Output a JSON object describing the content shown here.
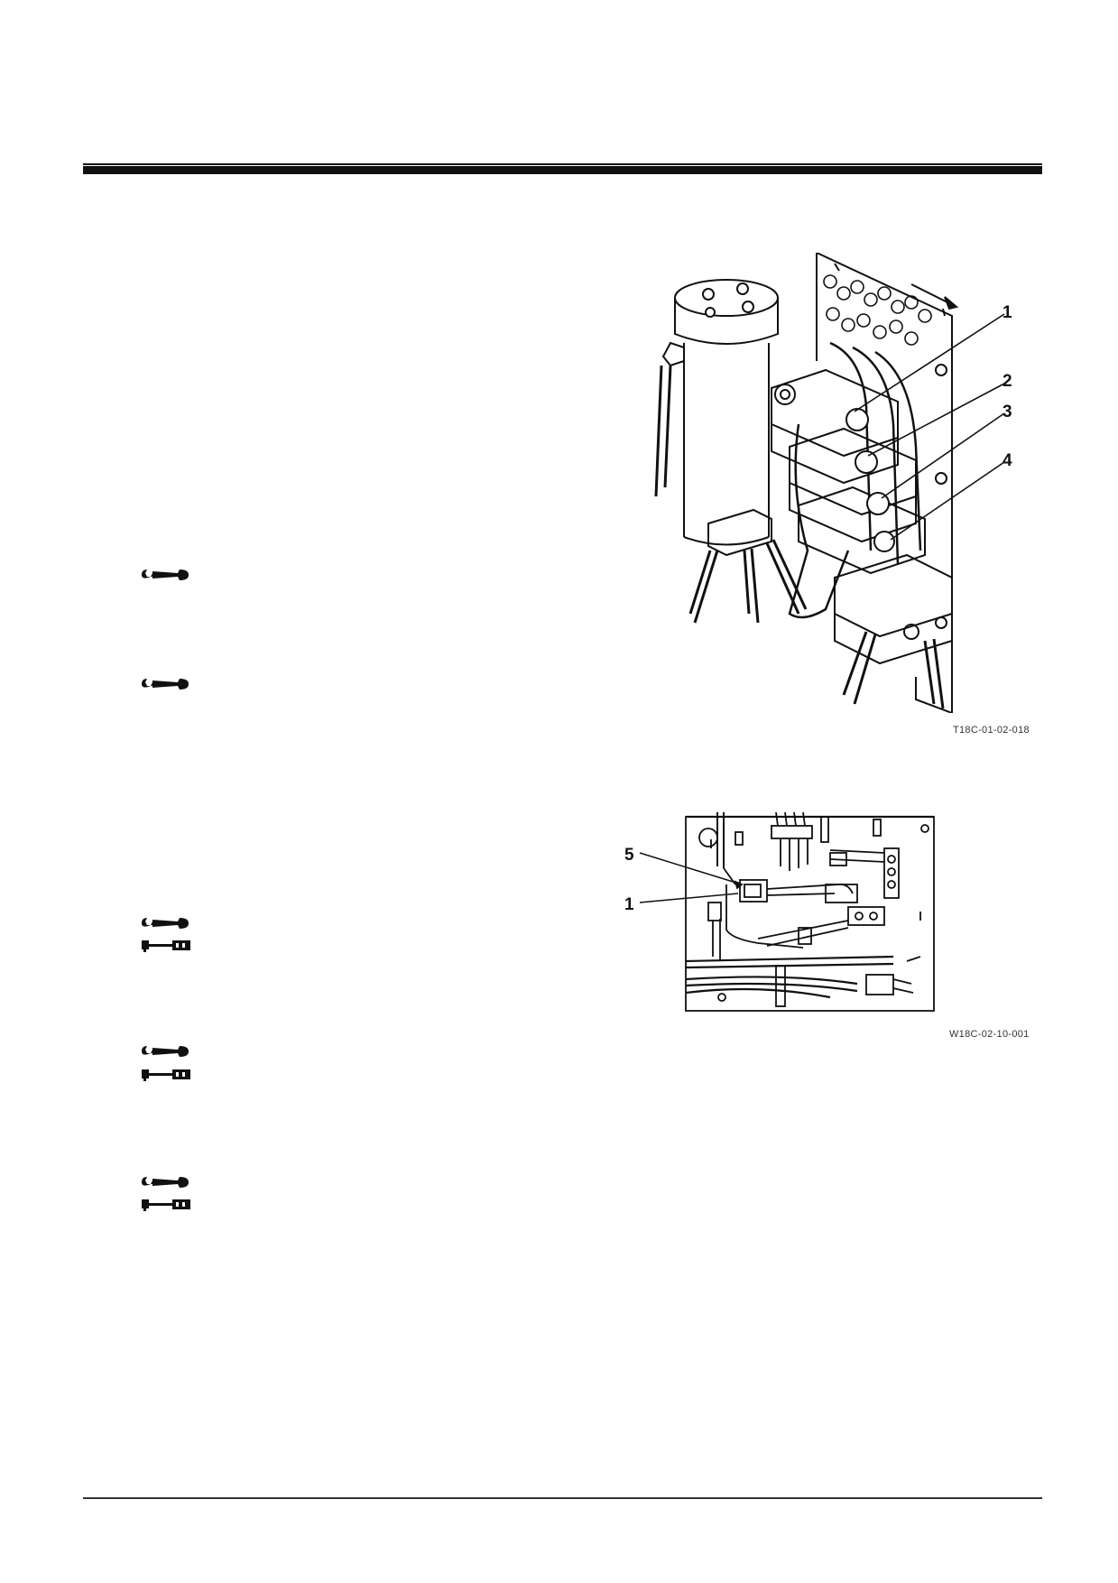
{
  "figures": {
    "fig1": {
      "code": "T18C-01-02-018",
      "callouts": [
        "1",
        "2",
        "3",
        "4"
      ]
    },
    "fig2": {
      "code": "W18C-02-10-001",
      "callouts": [
        "5",
        "1"
      ]
    }
  },
  "icons": [
    {
      "name": "wrench-icon"
    },
    {
      "name": "wrench-icon"
    },
    {
      "name": "wrench-icon"
    },
    {
      "name": "torque-wrench-icon"
    },
    {
      "name": "wrench-icon"
    },
    {
      "name": "torque-wrench-icon"
    },
    {
      "name": "wrench-icon"
    },
    {
      "name": "torque-wrench-icon"
    }
  ]
}
